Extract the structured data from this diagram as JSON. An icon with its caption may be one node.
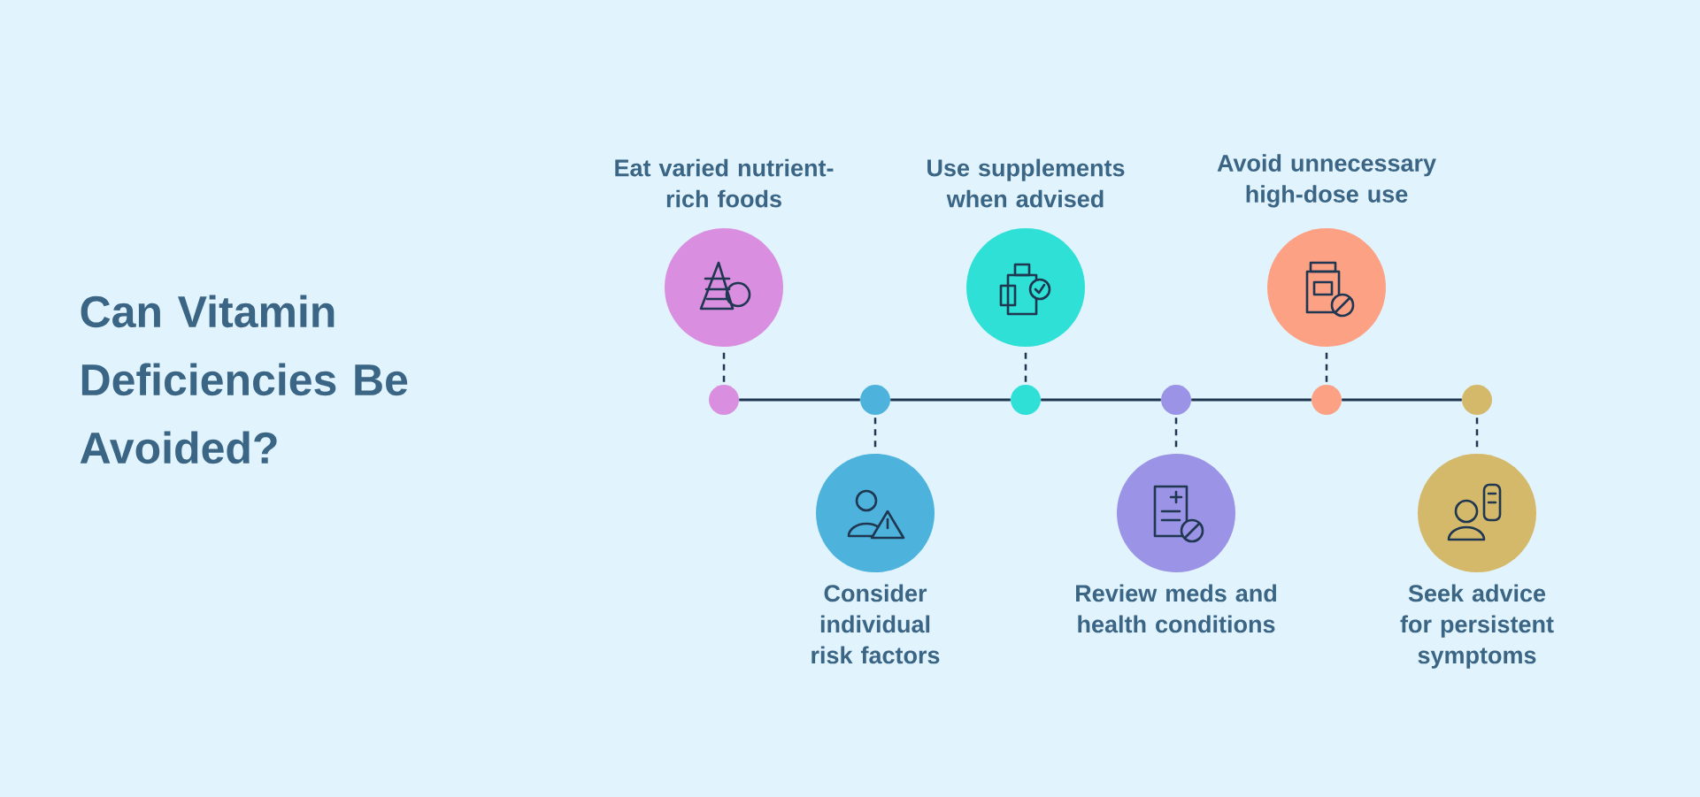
{
  "diagram": {
    "title": "Can Vitamin Deficiencies Be Avoided?",
    "nodes": [
      {
        "text": [
          "Eat varied nutrient-rich foods"
        ]
      },
      {
        "text": [
          "Consider individual risk factors"
        ]
      },
      {
        "text": [
          "Use supplements when advised"
        ]
      },
      {
        "text": [
          "Review meds and health conditions"
        ]
      },
      {
        "text": [
          "Avoid unnecessary high-dose use"
        ]
      },
      {
        "text": [
          "Seek advice for persistent symptoms"
        ]
      },
      {
        "text": [],
        "shape": "circle"
      },
      {
        "text": [],
        "shape": "circle"
      },
      {
        "text": [],
        "shape": "circle"
      },
      {
        "text": [],
        "shape": "circle"
      },
      {
        "text": [],
        "shape": "circle"
      },
      {
        "text": [],
        "shape": "circle"
      }
    ],
    "edges": [
      {
        "from": 6,
        "to": 7,
        "arrow": "none"
      },
      {
        "from": 7,
        "to": 8,
        "arrow": "none"
      },
      {
        "from": 8,
        "to": 9,
        "arrow": "none"
      },
      {
        "from": 9,
        "to": 10,
        "arrow": "none"
      },
      {
        "from": 10,
        "to": 11,
        "arrow": "none"
      },
      {
        "from": 6,
        "to": 0,
        "arrow": "none",
        "style": "dashed"
      },
      {
        "from": 7,
        "to": 1,
        "arrow": "none",
        "style": "dashed"
      },
      {
        "from": 8,
        "to": 2,
        "arrow": "none",
        "style": "dashed"
      },
      {
        "from": 9,
        "to": 3,
        "arrow": "none",
        "style": "dashed"
      },
      {
        "from": 10,
        "to": 4,
        "arrow": "none",
        "style": "dashed"
      },
      {
        "from": 11,
        "to": 5,
        "arrow": "none",
        "style": "dashed"
      }
    ]
  }
}
